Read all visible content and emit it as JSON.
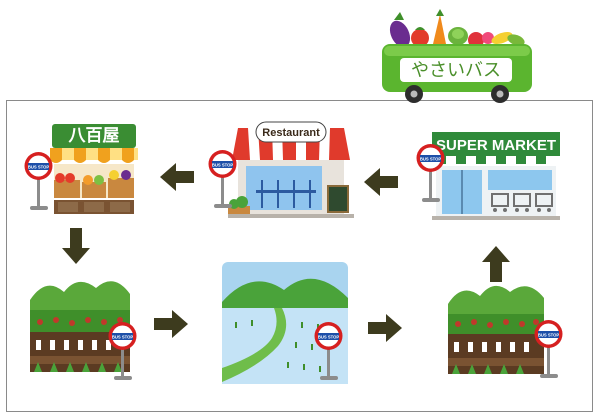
{
  "bus": {
    "label": "やさいバス",
    "body_color": "#5bb52f",
    "sign_color": "#ffffff"
  },
  "stops": {
    "greengrocer": {
      "sign": "八百屋"
    },
    "restaurant": {
      "sign": "Restaurant"
    },
    "supermarket": {
      "sign": "SUPER MARKET"
    }
  },
  "bus_stop_sign": {
    "label": "BUS STOP",
    "ring_color": "#d62020",
    "band_color": "#1d4fa8"
  },
  "arrow_color": "#3d3b1e"
}
